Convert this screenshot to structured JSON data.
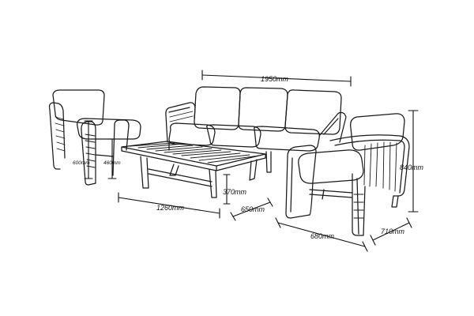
{
  "dimensions": {
    "sofa_width": "1950mm",
    "chair_height": "840mm",
    "chair_depth": "710mm",
    "chair_width": "680mm",
    "table_length": "1260mm",
    "table_depth": "650mm",
    "table_height": "370mm",
    "small_chair_height": "600mm",
    "small_chair_seat_height": "460mm"
  }
}
